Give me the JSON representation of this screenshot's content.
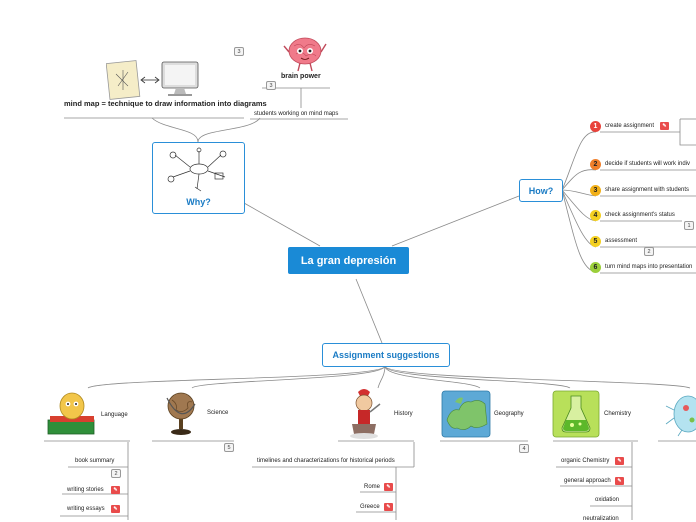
{
  "central": "La gran depresión",
  "why": {
    "title": "Why?",
    "children": [
      {
        "label": "mind map = technique to draw information into diagrams"
      },
      {
        "label": "brain power",
        "count": "3"
      },
      {
        "label": "students working on mind maps"
      }
    ],
    "count": "3",
    "image_icon": "mind-map-sketch-icon"
  },
  "how": {
    "title": "How?",
    "steps": [
      {
        "num": "1",
        "label": "create assignment",
        "color": "#e8433b",
        "note": true
      },
      {
        "num": "2",
        "label": "decide if students will work indiv",
        "color": "#f07f2a"
      },
      {
        "num": "3",
        "label": "share assignment with students",
        "color": "#f2b019"
      },
      {
        "num": "4",
        "label": "check assignment's status",
        "color": "#f4d020",
        "count": "1"
      },
      {
        "num": "5",
        "label": "assessment",
        "color": "#f4d020",
        "count": "2"
      },
      {
        "num": "6",
        "label": "turn mind maps into presentation",
        "color": "#9bcf3a"
      }
    ]
  },
  "assignments": {
    "title": "Assignment suggestions",
    "subjects": [
      {
        "label": "Language",
        "icon": "language-book-icon"
      },
      {
        "label": "Science",
        "icon": "globe-icon",
        "count": "5"
      },
      {
        "label": "History",
        "icon": "knight-icon"
      },
      {
        "label": "Geography",
        "icon": "europe-map-icon",
        "count": "4"
      },
      {
        "label": "Chemistry",
        "icon": "flask-icon"
      },
      {
        "label": "",
        "icon": "bacteria-icon"
      }
    ],
    "language_items": [
      {
        "label": "book summary",
        "count": "2"
      },
      {
        "label": "writing stories",
        "note": true
      },
      {
        "label": "writing essays",
        "note": true
      }
    ],
    "history_items": [
      {
        "label": "timelines and characterizations for historical periods"
      },
      {
        "label": "Rome",
        "note": true
      },
      {
        "label": "Greece",
        "note": true
      }
    ],
    "chemistry_items": [
      {
        "label": "organic Chemistry",
        "note": true
      },
      {
        "label": "general approach",
        "note": true
      },
      {
        "label": "oxidation"
      },
      {
        "label": "neutralization"
      }
    ]
  }
}
